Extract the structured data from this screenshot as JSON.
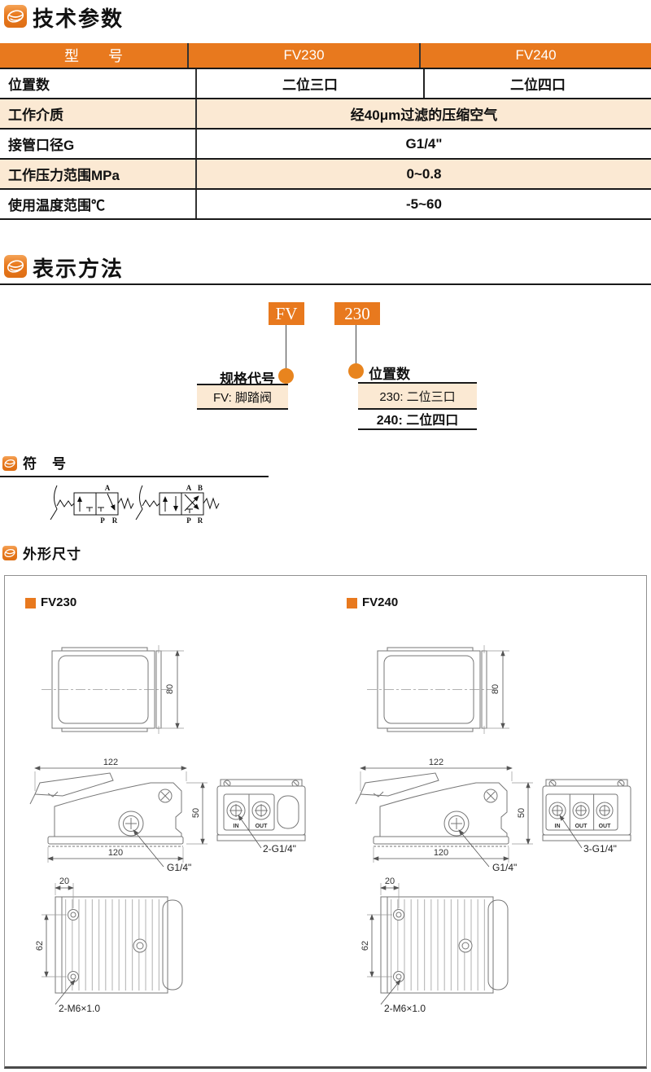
{
  "colors": {
    "accent_orange": "#E8791E",
    "row_peach": "#FBE9D3"
  },
  "sections": {
    "tech": {
      "title": "技术参数"
    },
    "repr": {
      "title": "表示方法"
    },
    "symbol": {
      "title": "符　号"
    },
    "dims": {
      "title": "外形尺寸"
    }
  },
  "table": {
    "header": [
      "型　　号",
      "FV230",
      "FV240"
    ],
    "rows": [
      {
        "label": "位置数",
        "v1": "二位三口",
        "v2": "二位四口"
      },
      {
        "label": "工作介质",
        "value": "经40μm过滤的压缩空气"
      },
      {
        "label": "接管口径G",
        "value": "G1/4\""
      },
      {
        "label": "工作压力范围MPa",
        "value": "0~0.8"
      },
      {
        "label": "使用温度范围℃",
        "value": "-5~60"
      }
    ]
  },
  "repr": {
    "code_box": "FV",
    "pos_box": "230",
    "spec_label": "规格代号",
    "spec_value": "FV: 脚踏阀",
    "pos_label": "位置数",
    "opt1": "230: 二位三口",
    "opt2": "240: 二位四口"
  },
  "symbols": {
    "v32": {
      "a": "A",
      "p": "P",
      "r": "R"
    },
    "v42": {
      "a": "A",
      "b": "B",
      "p": "P",
      "r": "R"
    }
  },
  "dims": {
    "models": [
      {
        "name": "FV230",
        "h": "80",
        "w": "122",
        "d": "50",
        "base": "120",
        "port": "G1/4\"",
        "end": "2-G1/4\"",
        "in": "IN",
        "out1": "OUT",
        "t1": "20",
        "t2": "62",
        "thread": "2-M6×1.0"
      },
      {
        "name": "FV240",
        "h": "80",
        "w": "122",
        "d": "50",
        "base": "120",
        "port": "G1/4\"",
        "end": "3-G1/4\"",
        "in": "IN",
        "out1": "OUT",
        "out2": "OUT",
        "t1": "20",
        "t2": "62",
        "thread": "2-M6×1.0"
      }
    ]
  }
}
